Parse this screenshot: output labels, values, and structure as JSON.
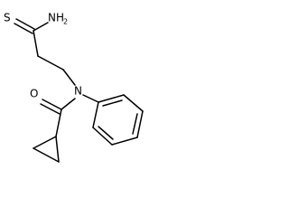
{
  "molecule": {
    "atoms": {
      "sulfur": "S",
      "nitrogen_amine": "NH",
      "nitrogen_amine_subscript": "2",
      "nitrogen_amide": "N",
      "oxygen": "O"
    }
  }
}
